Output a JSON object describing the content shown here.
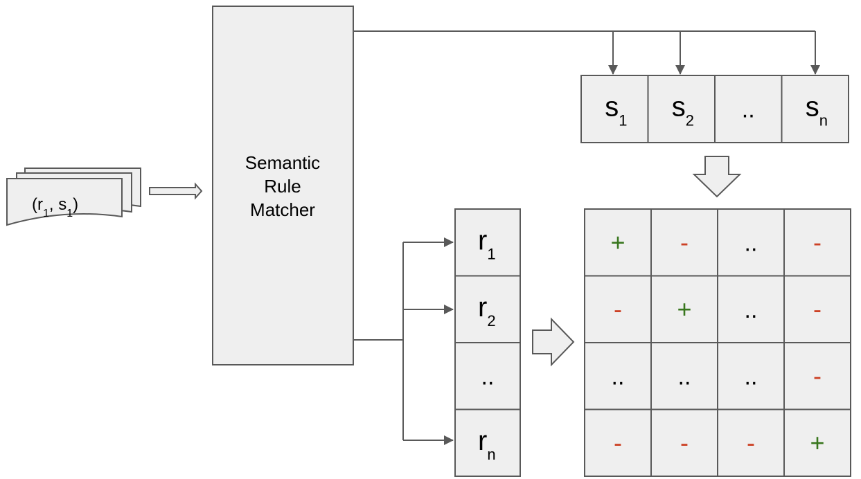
{
  "input_doc": {
    "r": "r",
    "r_sub": "1",
    "s": "s",
    "s_sub": "1"
  },
  "matcher": {
    "lines": [
      "Semantic",
      "Rule",
      "Matcher"
    ]
  },
  "s_row": [
    {
      "main": "s",
      "sub": "1"
    },
    {
      "main": "s",
      "sub": "2"
    },
    {
      "main": "..",
      "sub": ""
    },
    {
      "main": "s",
      "sub": "n"
    }
  ],
  "r_col": [
    {
      "main": "r",
      "sub": "1"
    },
    {
      "main": "r",
      "sub": "2"
    },
    {
      "main": "..",
      "sub": ""
    },
    {
      "main": "r",
      "sub": "n"
    }
  ],
  "matrix": [
    [
      "+",
      "-",
      "..",
      "-"
    ],
    [
      "-",
      "+",
      "..",
      "-"
    ],
    [
      "..",
      "..",
      "..",
      "-"
    ],
    [
      "-",
      "-",
      "-",
      "+"
    ]
  ],
  "colors": {
    "plus": "#38761d",
    "minus": "#cc4125",
    "neutral": "#000000"
  }
}
